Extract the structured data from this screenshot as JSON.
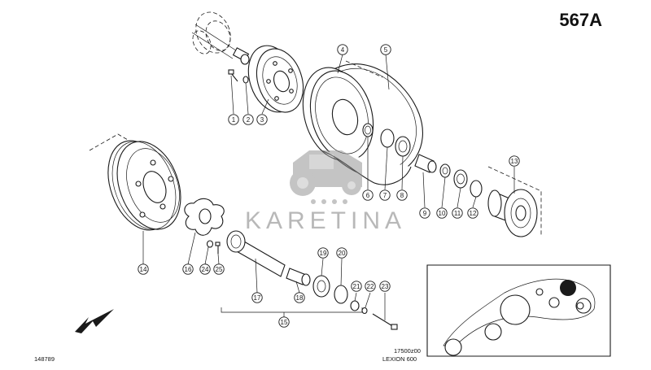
{
  "page_code": "567A",
  "drawing_number": "148789",
  "ref_code": "17500z00",
  "model_label": "LEXION 600",
  "watermark_text": "KARETINA",
  "callouts": [
    "1",
    "2",
    "3",
    "4",
    "5",
    "6",
    "7",
    "8",
    "9",
    "10",
    "11",
    "12",
    "13",
    "14",
    "15",
    "16",
    "17",
    "18",
    "19",
    "20",
    "21",
    "22",
    "23",
    "24",
    "25"
  ]
}
